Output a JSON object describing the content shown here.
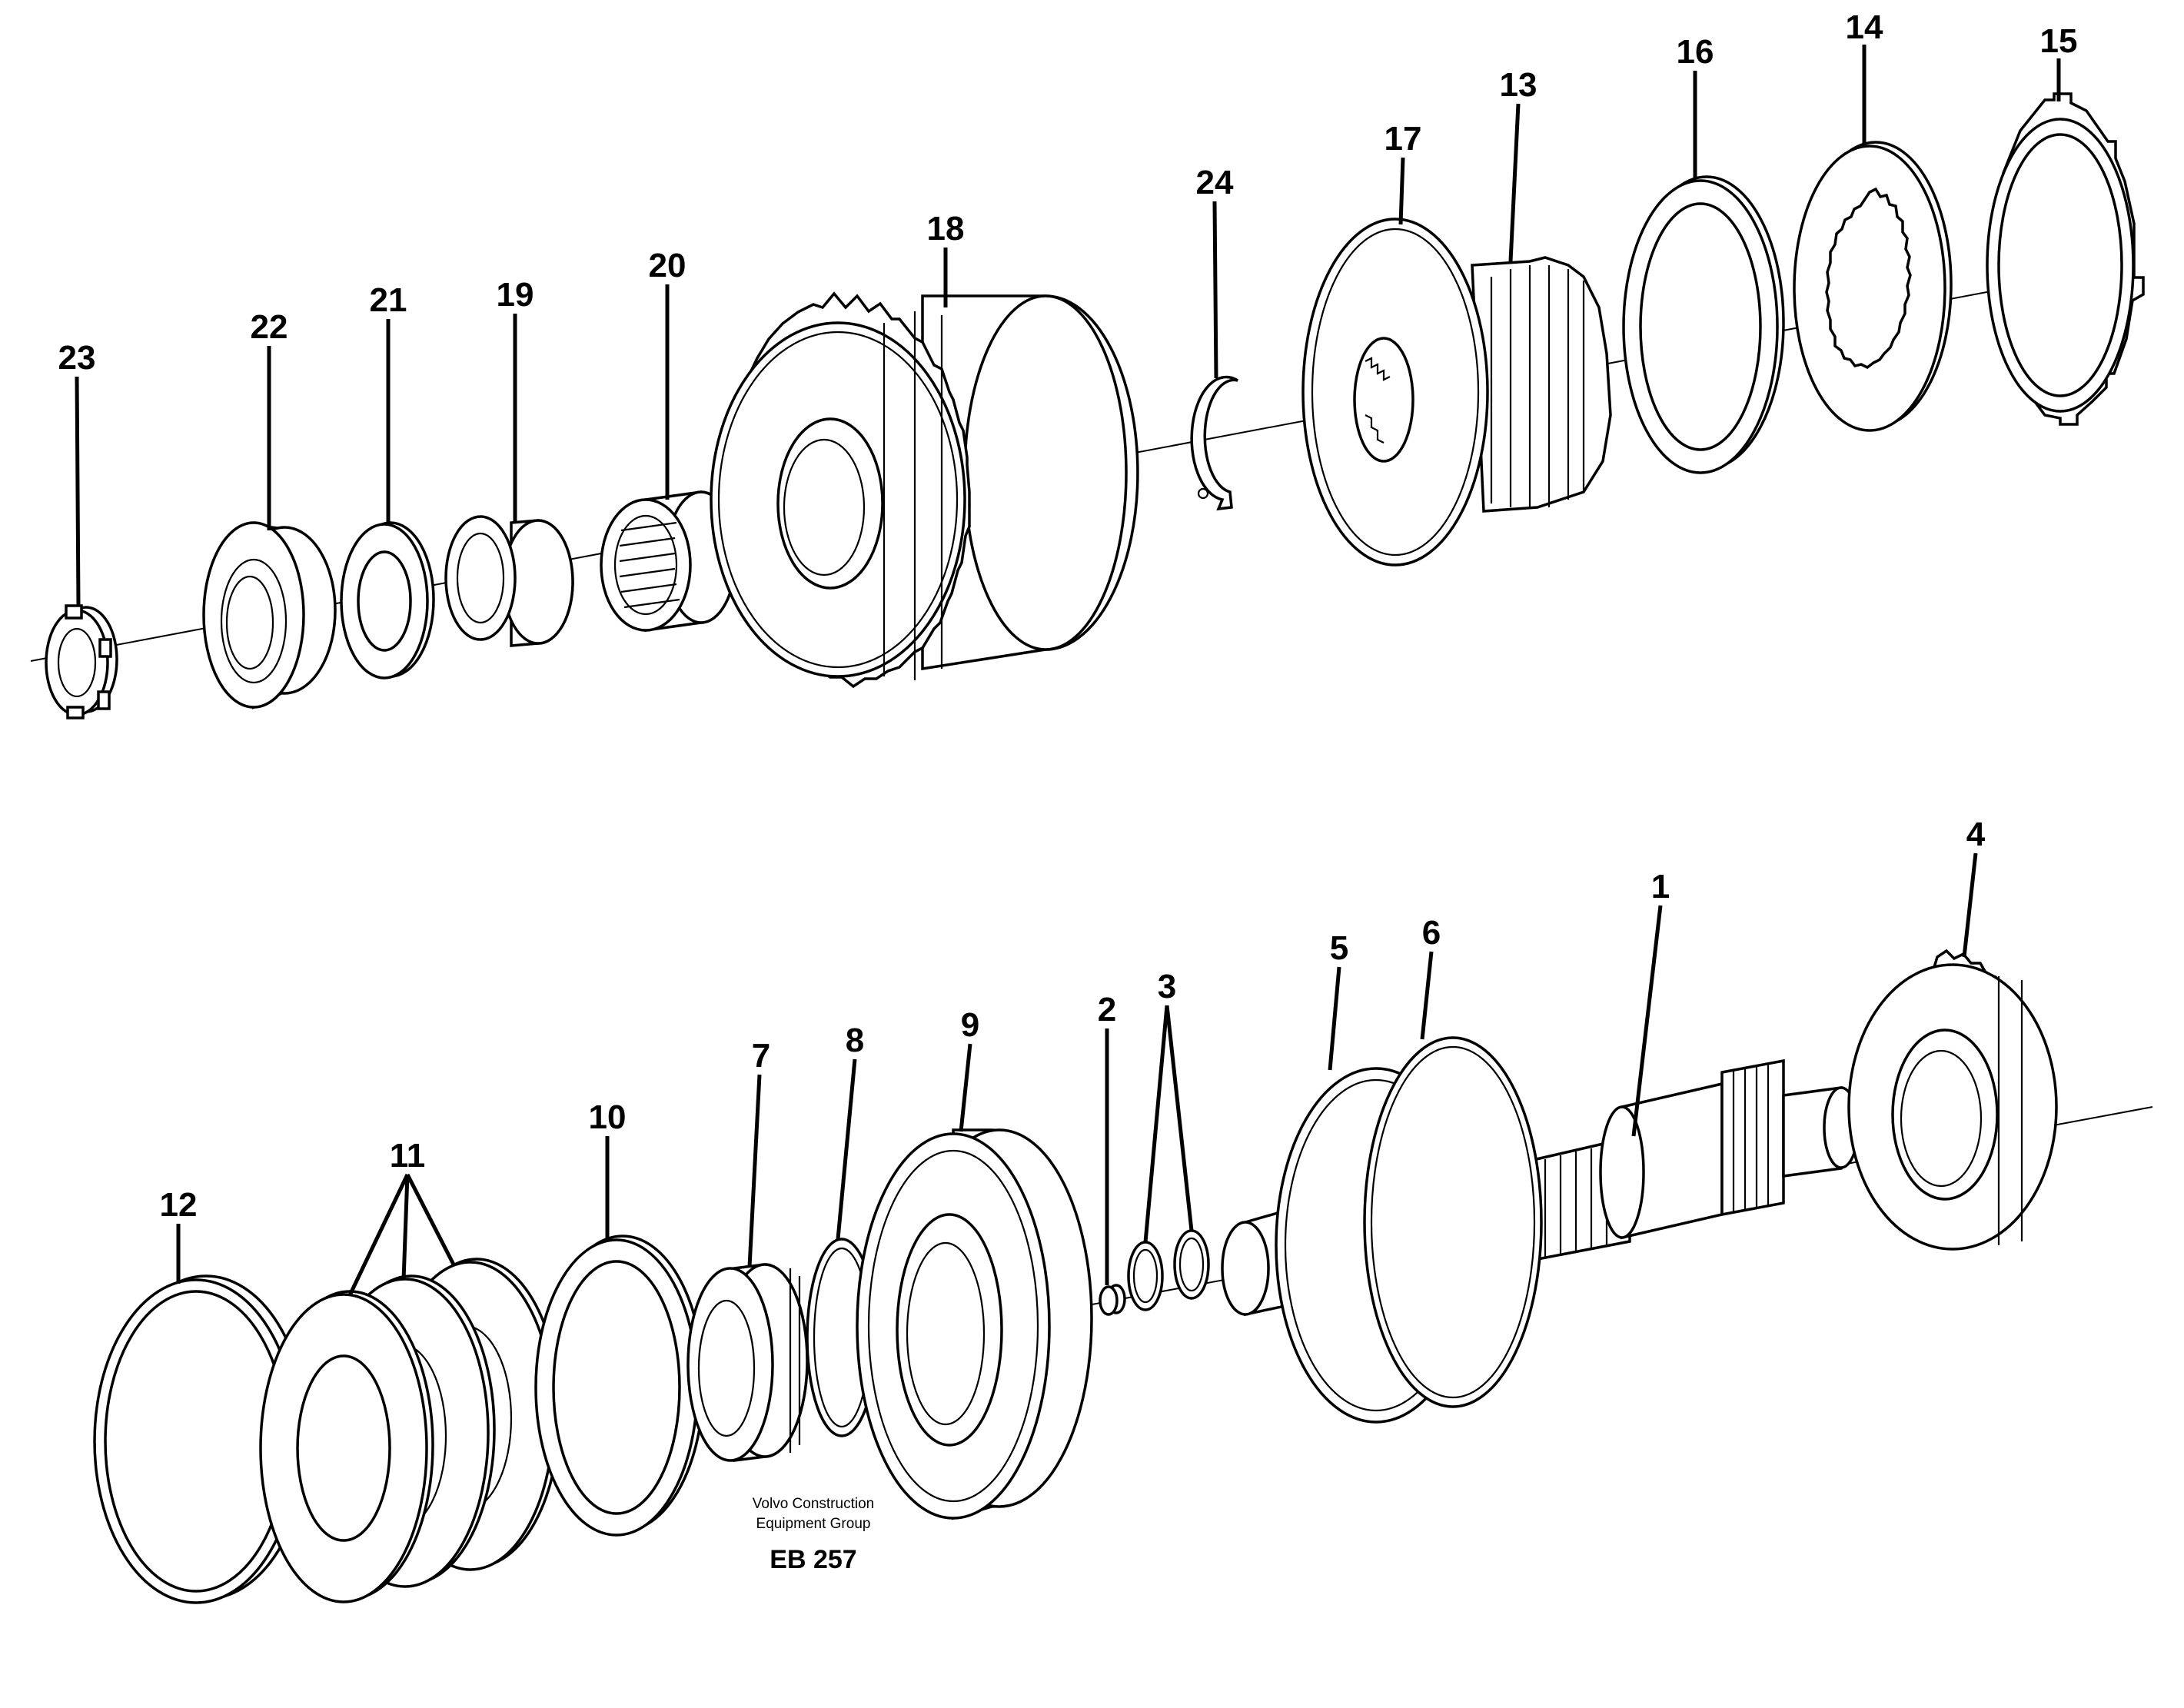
{
  "diagram": {
    "callouts": [
      "1",
      "2",
      "3",
      "4",
      "5",
      "6",
      "7",
      "8",
      "9",
      "10",
      "11",
      "12",
      "13",
      "14",
      "15",
      "16",
      "17",
      "18",
      "19",
      "20",
      "21",
      "22",
      "23",
      "24"
    ],
    "footer": {
      "line1": "Volvo Construction",
      "line2": "Equipment Group",
      "code": "EB 257"
    }
  }
}
